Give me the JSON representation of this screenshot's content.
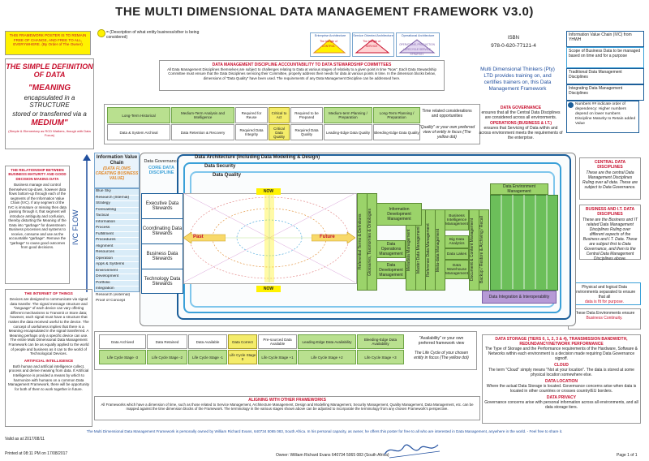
{
  "title": "THE MULTI DIMENSIONAL DATA MANAGEMENT FRAMEWORK V3.0)",
  "header": {
    "free_notice": "THIS FRAMEWORK POSTER IS TO REMAIN FREE OF CHANGE, AND FREE TO ALL, EVERYWHERE. (By Order of The Owner)",
    "legend_note": "= (Description of what entity business/other is being considered)",
    "isbn_label": "ISBN",
    "isbn_value": "978-0-620-77121-4",
    "mini_diagrams": [
      {
        "heading": "Enterprise Architecture",
        "caption": "The triangle of CONTROL"
      },
      {
        "heading": "Service Oriented Architecture",
        "caption": "The triangle of SERVICE"
      },
      {
        "heading": "Operational Architecture",
        "caption": "OPERATIONS, PRODUCTION / LIFECYCLE SERVICE STRATEGY"
      }
    ],
    "training_text": "Multi Dimensional Thinkers (Pty) LTD provides training on, and certifies trainers on, this Data Management Framework"
  },
  "left": {
    "definition_title": "THE SIMPLE DEFINITION OF DATA",
    "definition_meaning": "\"MEANING",
    "definition_struct": "encapsulated in a STRUCTURE",
    "definition_stored": "stored or transferred via a",
    "definition_medium": "MEDIUM\"",
    "definition_credit": "(Simple & Elementary as RCD Walkers, though with Data Focus)",
    "maturity_heading": "THE RELATIONSHIP BETWEEN BUSINESS MATURITY AND GOOD DECISION MAKING DATA",
    "maturity_text": "Business manage and control themselves top-down, however data flows bottom-up through each of the segments of the Information Value Chain (IVC). If any segment of the IVC is immature or missing then data passing through it, that segment will introduce ambiguity and confusion, thereby distorting the Meaning of the Data into \"garbage\" for downstream Business processes and systems to receive, consume and use as the accountable \"garbage\". Remove the \"garbage\" to cause good outcomes from good decisions.",
    "iot_heading": "THE INTERNET OF THINGS",
    "iot_text": "Devices are designed to communicate via signal data transfer. The signal message structure and \"language\" of each device can vary offering different mechanisms to Transmit or Store data; however, each signal must have a structure that makes the data received useful to the device. The concept of usefulness implies that there is a Meaning encapsulated in the signal transferred. A Meaning perhaps only a specific device can use. The entire Multi Dimensional Data Management Framework can be as equally applied to the world of people and business as it can to the world of Technological Devices.",
    "ai_heading": "ARTIFICIAL INTELLIGENCE",
    "ai_text": "Both human and artificial intelligence collect, process and derive meaning from data. If Artificial Intelligence is provided a means by which to harmonize with humans on a common Data Management Framework, there will be opportunity for both of them to work together in future."
  },
  "ivc": {
    "title": "Information Value Chain",
    "subtitle": "(DATA FLOWS CREATING BUSINESS VALUE)",
    "side_label": "IVC FLOW",
    "items": [
      "Blue Sky",
      "Research (Internal)",
      "Strategy",
      "Forecasting",
      "Tactical",
      "Information",
      "Process",
      "Fulfillment",
      "Procedures",
      "Alignment",
      "Resources",
      "Operation",
      "Apps & Systems",
      "Environment",
      "Development",
      "Portfolio",
      "Integration",
      "Research (external)",
      "Proof of Concept"
    ]
  },
  "center": {
    "accountability_heading": "DATA MANAGEMENT DISCIPLINE ACCOUNTABILITY TO DATA STEWARDSHIP COMMITTEES",
    "accountability_text": "All Data Management Disciplines themselves are subject to challenges relating to Data at various stages of relativity to a given point in time \"Now\". Each Data Stewardship Committee must ensure that the Data Disciplines servicing their Committee, properly address their needs for data at various points in time. In the dimension blocks below, dimensions of \"Data Quality\" have been used. The requirements of any Data Management Discipline can be addressed here.",
    "top_row1": [
      "Long-Term Historical",
      "Medium-Term Analysis and Intelligence",
      "Required for Reuse",
      "Critical to Act",
      "Required to be Prepared",
      "Medium-term Planning / Preparation",
      "Long-Term Planning / Preparation"
    ],
    "top_row2": [
      "Data & System Archival",
      "Data Retention & Recovery",
      "Required Data Integrity",
      "Critical Data Quality",
      "Required Data Quality",
      "Leading-Edge Data Quality",
      "Bleeding-Edge Data Quality"
    ],
    "top_note1": "Time related considerations and opportunities",
    "top_note2": "\"Quality\" or your own preferred view of entity in focus (The yellow dot)",
    "governance_label": "Data Governance",
    "core_label": "CORE DATA DISCIPLINE",
    "ribbons": [
      "Data Architecture (Including Data Modelling & Design)",
      "Data Security",
      "Data Quality"
    ],
    "now_label": "NOW",
    "past_label": "Past",
    "future_label": "Future",
    "stewards": [
      "Executive Data Stewards",
      "Coordinating Data Stewards",
      "Business Data Stewards",
      "Technology Data Stewards"
    ],
    "disciplines_h": [
      "Information Development Management",
      "Data Operations Management",
      "Data Development Management",
      "Data Environment Management",
      "Business Intelligence Management",
      "Big Data Analytics",
      "Data Warehouse Management",
      "Data Lakes"
    ],
    "disciplines_v": [
      "Referential Terms & Definitions",
      "Glossaries, Taxonomies & Ontologies",
      "Metadata Management",
      "Master Data Management",
      "Reference Data Management",
      "Meta-data Management",
      "Document & Content Management",
      "Backup / Restore & Archiving / Recall"
    ],
    "integration_label": "Data Integration & Interoperability",
    "bottom_row1": [
      "Data Archived",
      "Data Retained",
      "Data Available",
      "Data Correct",
      "Pre-sourced Data Available",
      "Leading-Edge Data Availability",
      "Bleeding-Edge Data Availability"
    ],
    "bottom_row2": [
      "Life Cycle Stage -3",
      "Life Cycle Stage -2",
      "Life Cycle Stage -1",
      "Life Cycle Stage 0",
      "Life Cycle Stage +1",
      "Life Cycle Stage +2",
      "Life Cycle Stage +3"
    ],
    "bottom_note1": "\"Availability\" or your own preferred framework view",
    "bottom_note2": "The Life Cycle of your chosen entity in focus (The yellow dot)",
    "aligning_heading": "ALIGNING WITH OTHER FRAMEWORKS",
    "aligning_text": "All Frameworks which have a dimension of time, such as those related to Service Management, Architecture Management, Design and Modelling Management, Security Management, Quality Management, Data Management, etc. can be mapped against the time dimension blocks of the Framework. The terminology in the various stages shown above can be adjusted to incorporate the terminology from any chosen Framework's perspective."
  },
  "right": {
    "ivc_legend": "Information Value Chain (IVC) from YHWH",
    "scope_legend": "Scope of Business Data to be managed based on time and for a purpose",
    "traditional_legend": "Traditional Data Management Disciplines",
    "integrating_legend": "Integrating Data Management Disciplines",
    "numbers_legend": "Numbers ## indicate order of dependency: Higher numbers depend on lower numbers Discipline Maturity to Retain added Value",
    "governance_heading": "DATA GOVERNANCE",
    "governance_text": "ensures that all the Central Data Disciplines are considered across all environments.",
    "operations_heading": "OPERATIONS (BUSINESS & I.T.)",
    "operations_text": "ensures that Servicing of Data within and across environment meets the requirements of the enterprise.",
    "central_heading": "CENTRAL DATA DISCIPLINES",
    "central_text": "These are the central Data Management Disciplines Ruling over all data. These are subject to Data Governance.",
    "it_heading": "BUSINESS AND I.T. DATA DISCIPLINES",
    "it_text": "These are the Business and IT related Data Management Disciplines Ruling over different aspects of the Business and I.T. Data. These are subject first to Data Governance, and then to the Central Data Management Disciplines above.",
    "physical_text": "Physical and logical Data Environments separated to ensure that all",
    "physical_emph": "data is fit for purpose.",
    "environments_text": "These Data Environments ensure",
    "environments_emph": "Business Continuity.",
    "storage_heading": "DATA STORAGE (TIERS 0, 1, 2, 3 & 4), TRANSMISSION BANDWIDTH, REDUNDANCY/NETWORK PERFORMANCE",
    "storage_text": "The Type of Storage and the Performance requirements of the Hardware, Software & Networks within each environment is a decision made requiring Data Governance signoff.",
    "cloud_heading": "CLOUD",
    "cloud_text": "The term \"Cloud\" simply means \"Not at your location\". The data is stored at some physical location somewhere else.",
    "location_heading": "DATA LOCATION",
    "location_text": "Where the actual Data Storage is located. Governance concerns arise when data is located in other countries or crosses country/EU borders.",
    "privacy_heading": "DATA PRIVACY",
    "privacy_text": "Governance concerns arise with personal information across all environments, and all data storage tiers."
  },
  "footer": {
    "license_text": "The Multi Dimensional Data Management Framework is personally owned by William Richard Evans, 640734 5065 083, South Africa. In his personal capacity, as owner, he offers this poster for free to all who are interested in Data Management, anywhere in the world. - Feel free to share it.",
    "valid_as_at": "Valid as at 2017/08/11",
    "printed": "Printed at 08:11 PM on 17/08/2017",
    "owner": "Owner: William Richard Evans 640734 5065 083 (South Africa)",
    "page": "Page 1 of 1"
  }
}
